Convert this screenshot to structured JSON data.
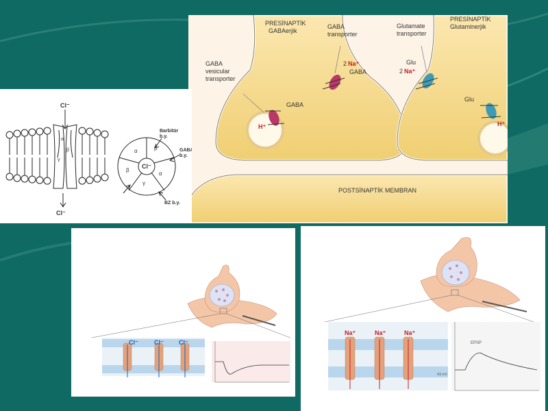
{
  "synapse": {
    "presynaptic_gaba_title": "PRESİNAPTİK",
    "presynaptic_gaba_sub": "GABAerjik",
    "presynaptic_glu_title": "PRESİNAPTİK",
    "presynaptic_glu_sub": "Glutaminerjik",
    "gaba_transporter": "GABA\ntransporter",
    "glutamate_transporter": "Glutamate\ntransporter",
    "gaba_vesicular_transporter": "GABA\nvesicular\ntransporter",
    "na_2": "2",
    "na_sym": "Na⁺",
    "gaba": "GABA",
    "gaba_vesicle": "GABA",
    "glu": "Glu",
    "glu_na_2": "2",
    "glu_na_sym": "Na⁺",
    "glu_vesicle": "Glu",
    "h_plus_1": "H⁺",
    "h_plus_2": "H⁺",
    "postsynaptic_membrane": "POSTSİNAPTİK MEMBRAN"
  },
  "receptor": {
    "cl_top": "Cl⁻",
    "cl_bottom": "Cl⁻",
    "cl_center": "Cl⁻",
    "barbiturate": "Barbitür\nb.y.",
    "gaba_site": "GABA\nb.y.",
    "bz_site": "BZ b.y.",
    "subunits": [
      "α",
      "β",
      "α",
      "β",
      "γ",
      "α",
      "β",
      "γ"
    ]
  },
  "ipsp": {
    "ions": [
      "Cl⁻",
      "Cl⁻",
      "Cl⁻"
    ]
  },
  "epsp": {
    "ions": [
      "Na⁺",
      "Na⁺",
      "Na⁺"
    ],
    "epsp_label": "EPSP",
    "voltage_label": "-65 mV"
  },
  "colors": {
    "background": "#0f6a63",
    "synapse_fill": "#f6d98a",
    "na_red": "#c41e24",
    "cl_blue": "#1e5fb5"
  }
}
